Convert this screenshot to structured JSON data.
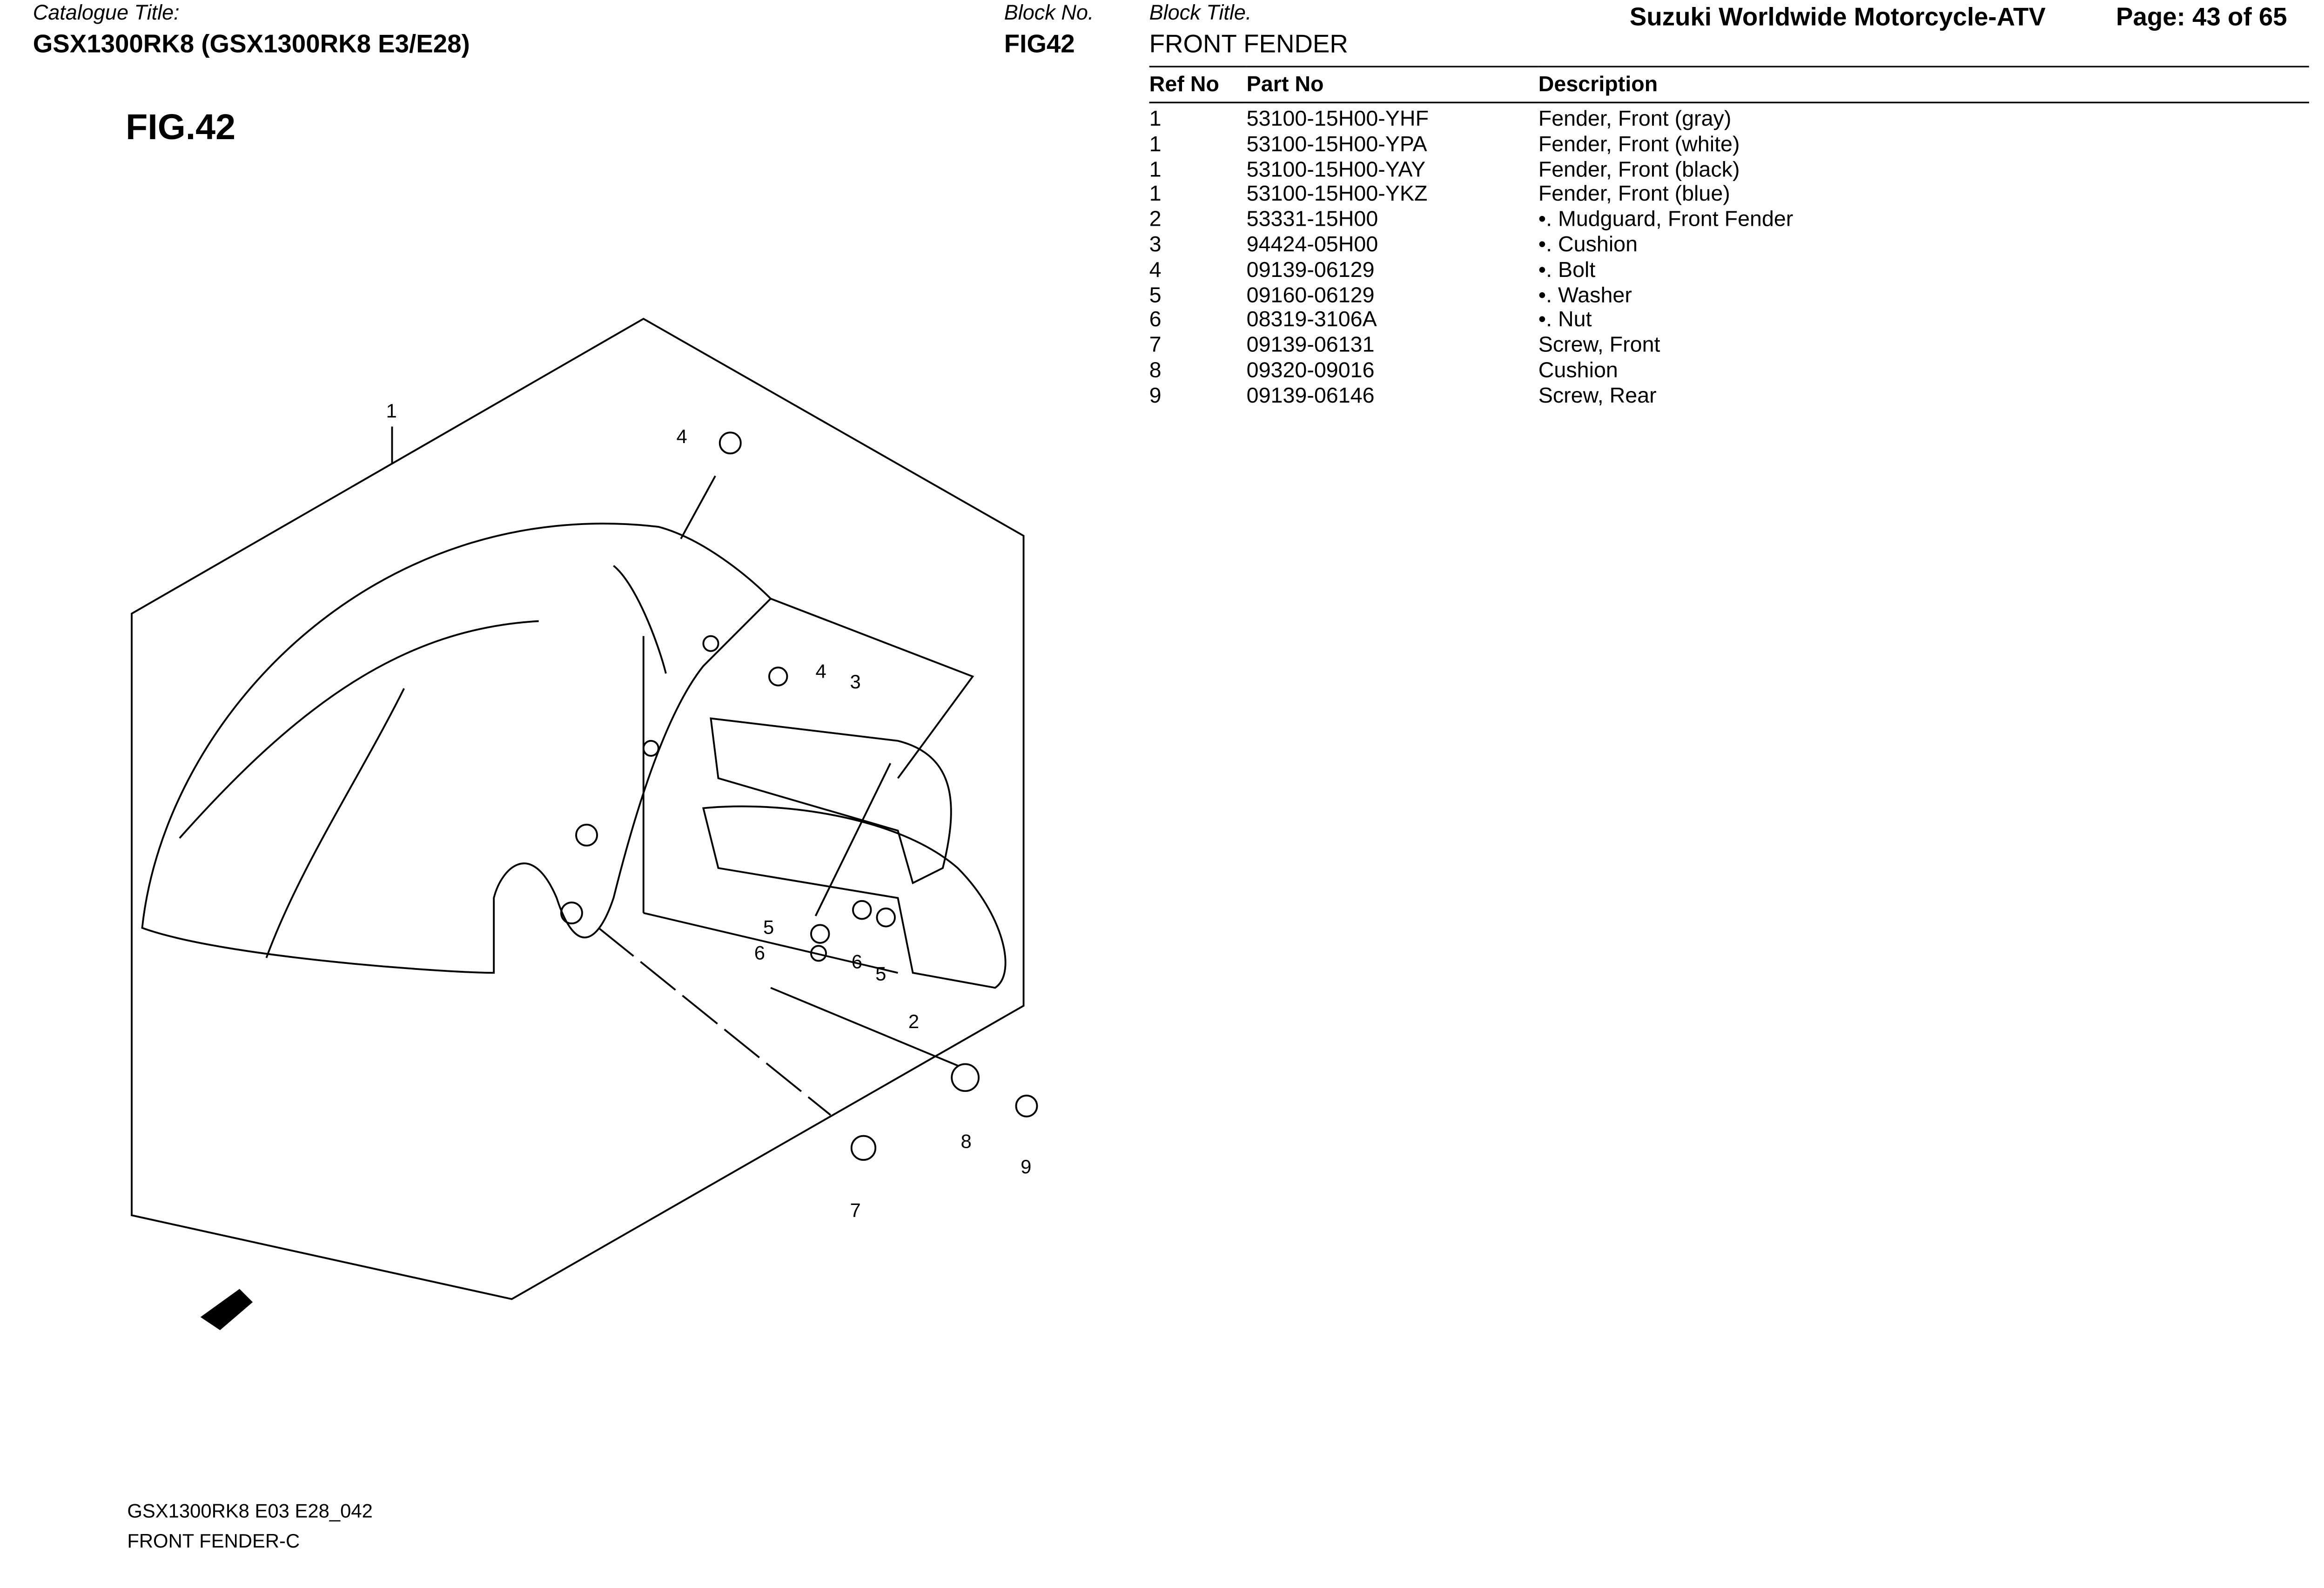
{
  "header": {
    "catalogue_label": "Catalogue Title:",
    "catalogue_value": "GSX1300RK8 (GSX1300RK8 E3/E28)",
    "block_no_label": "Block No.",
    "block_no_value": "FIG42",
    "block_title_label": "Block Title.",
    "block_title_value": "FRONT FENDER",
    "brand": "Suzuki Worldwide Motorcycle-ATV",
    "page": "Page: 43 of 65"
  },
  "figure": {
    "title": "FIG.42",
    "callouts": [
      "1",
      "2",
      "3",
      "4",
      "4",
      "5",
      "5",
      "6",
      "6",
      "7",
      "8",
      "9"
    ],
    "fwd_icon": "FWD",
    "footer_code": "GSX1300RK8 E03 E28_042",
    "footer_name": "FRONT FENDER-C"
  },
  "table": {
    "headers": [
      "Ref No",
      "Part No",
      "Description"
    ],
    "rows": [
      [
        "1",
        "53100-15H00-YHF",
        "Fender, Front (gray)"
      ],
      [
        "1",
        "53100-15H00-YPA",
        "Fender, Front (white)"
      ],
      [
        "1",
        "53100-15H00-YAY",
        "Fender, Front (black)"
      ],
      [
        "1",
        "53100-15H00-YKZ",
        "Fender, Front (blue)"
      ],
      [
        "2",
        "53331-15H00",
        "•. Mudguard, Front Fender"
      ],
      [
        "3",
        "94424-05H00",
        "•. Cushion"
      ],
      [
        "4",
        "09139-06129",
        "•. Bolt"
      ],
      [
        "5",
        "09160-06129",
        "•. Washer"
      ],
      [
        "6",
        "08319-3106A",
        "•. Nut"
      ],
      [
        "7",
        "09139-06131",
        "Screw, Front"
      ],
      [
        "8",
        "09320-09016",
        "Cushion"
      ],
      [
        "9",
        "09139-06146",
        "Screw, Rear"
      ]
    ]
  }
}
